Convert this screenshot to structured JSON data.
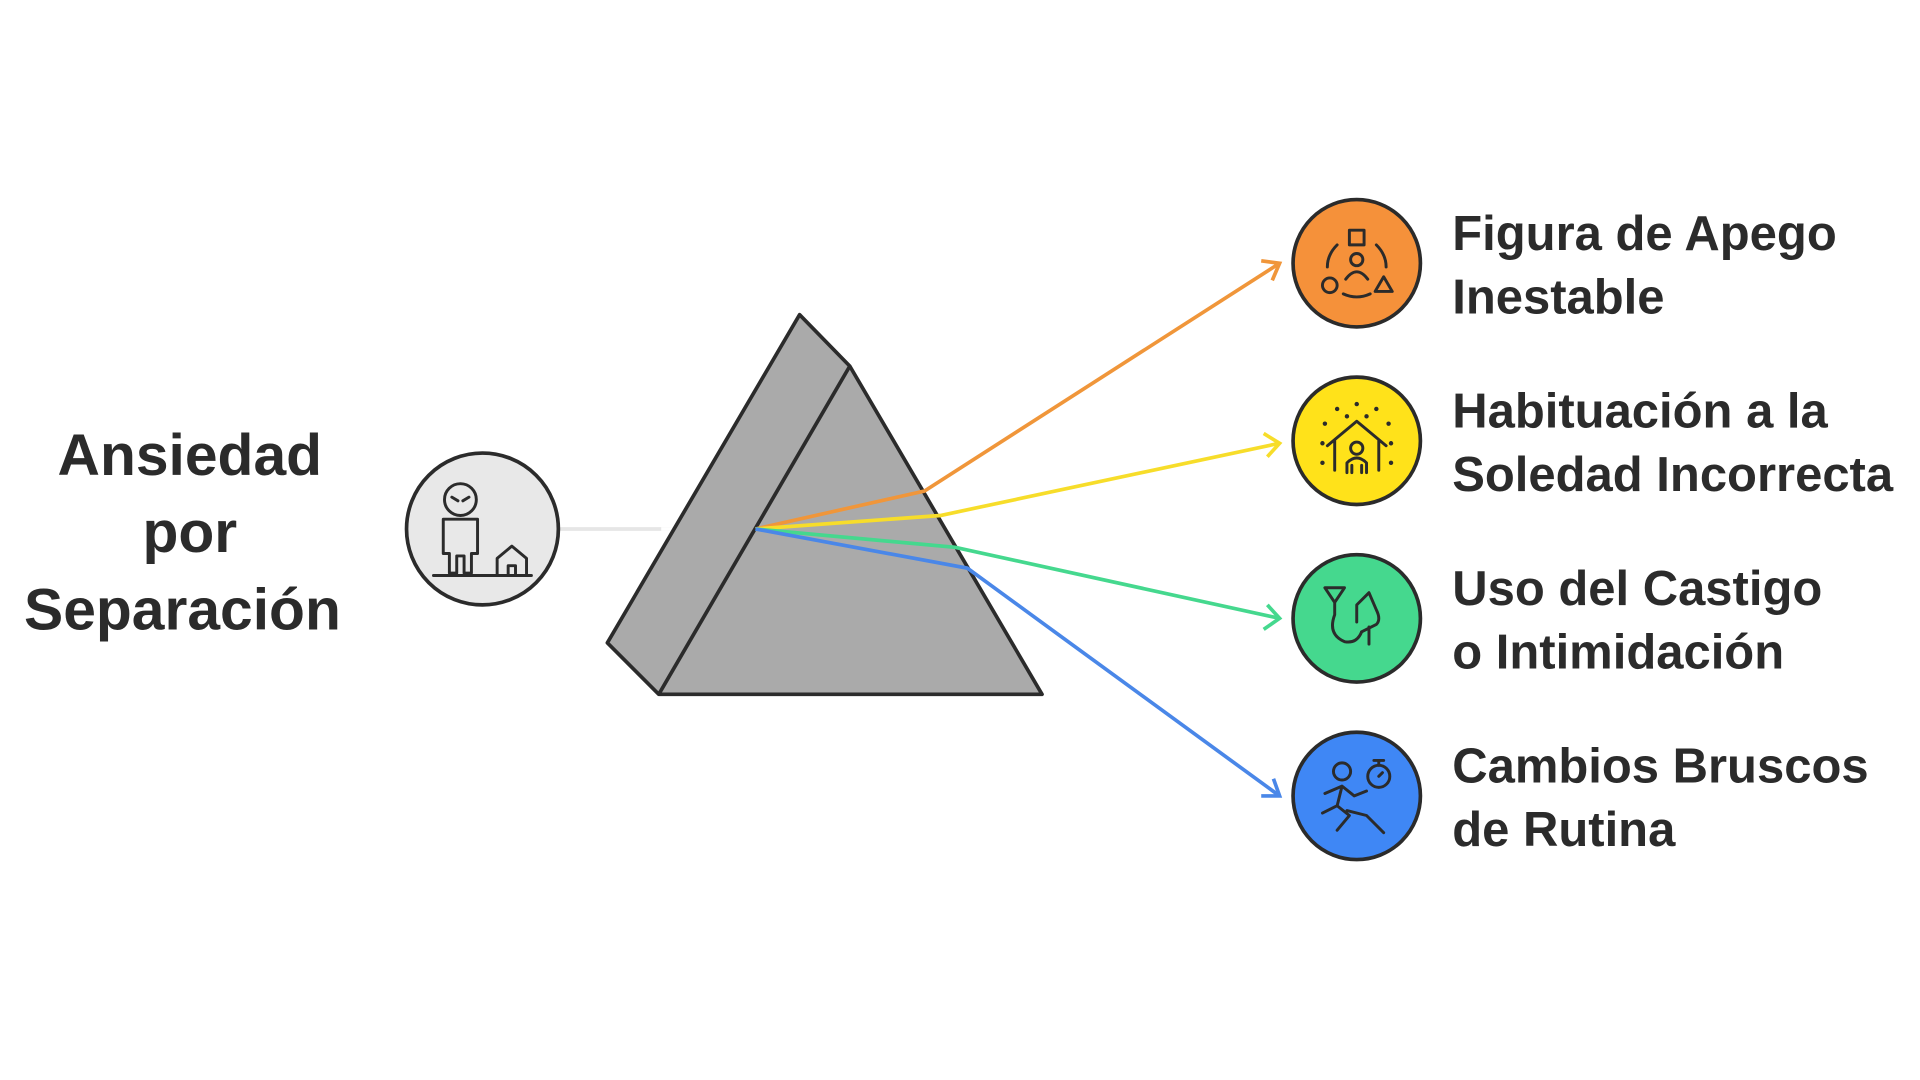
{
  "source": {
    "title_lines": [
      "Ansiedad",
      "por",
      "Separación"
    ],
    "icon": "child-home-icon"
  },
  "causes": [
    {
      "lines": [
        "Figura de Apego",
        "Inestable"
      ],
      "color": "#F5913A",
      "icon": "people-shapes-icon"
    },
    {
      "lines": [
        "Habituación a la",
        "Soledad Incorrecta"
      ],
      "color": "#FFE21A",
      "icon": "person-house-icon"
    },
    {
      "lines": [
        "Uso del Castigo",
        "o Intimidación"
      ],
      "color": "#45D88E",
      "icon": "whistle-hand-icon"
    },
    {
      "lines": [
        "Cambios Bruscos",
        "de Rutina"
      ],
      "color": "#3F87F5",
      "icon": "running-stopwatch-icon"
    }
  ]
}
